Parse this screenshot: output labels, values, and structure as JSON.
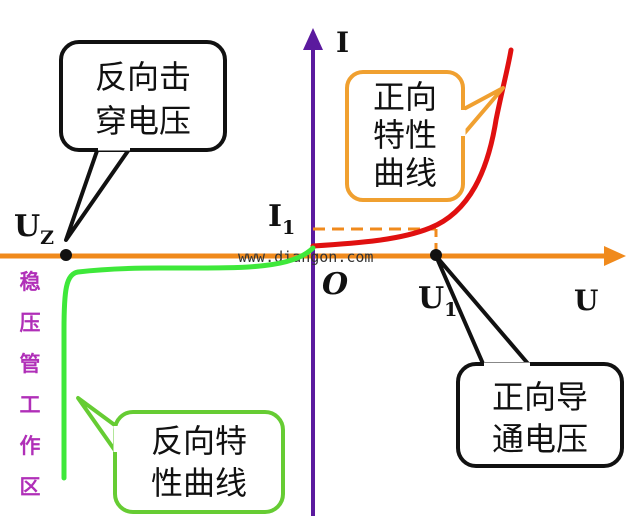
{
  "colors": {
    "u_axis": "#f08a1c",
    "i_axis": "#5b1a9e",
    "forward_curve": "#e01010",
    "reverse_curve": "#3ee83a",
    "forward_callout_border": "#f0a030",
    "reverse_callout_border": "#66cc33",
    "black_callout_border": "#111111",
    "region_text": "#b02fb8",
    "dashed_guide": "#f08a1c",
    "points": "#111111"
  },
  "axes": {
    "u_label": "U",
    "i_label": "I",
    "origin_label": "O",
    "i1_main": "I",
    "i1_sub": "1",
    "u1_main": "U",
    "u1_sub": "1",
    "uz_main": "U",
    "uz_sub": "Z"
  },
  "watermark": "www.diangon.com",
  "callouts": {
    "breakdown": {
      "line1": "反向击",
      "line2": "穿电压"
    },
    "forward_curve": {
      "line1": "正向",
      "line2": "特性",
      "line3": "曲线"
    },
    "forward_conduction": {
      "line1": "正向导",
      "line2": "通电压"
    },
    "reverse_curve": {
      "line1": "反向特",
      "line2": "性曲线"
    }
  },
  "region_label": [
    "稳",
    "压",
    "管",
    "工",
    "作",
    "区"
  ]
}
